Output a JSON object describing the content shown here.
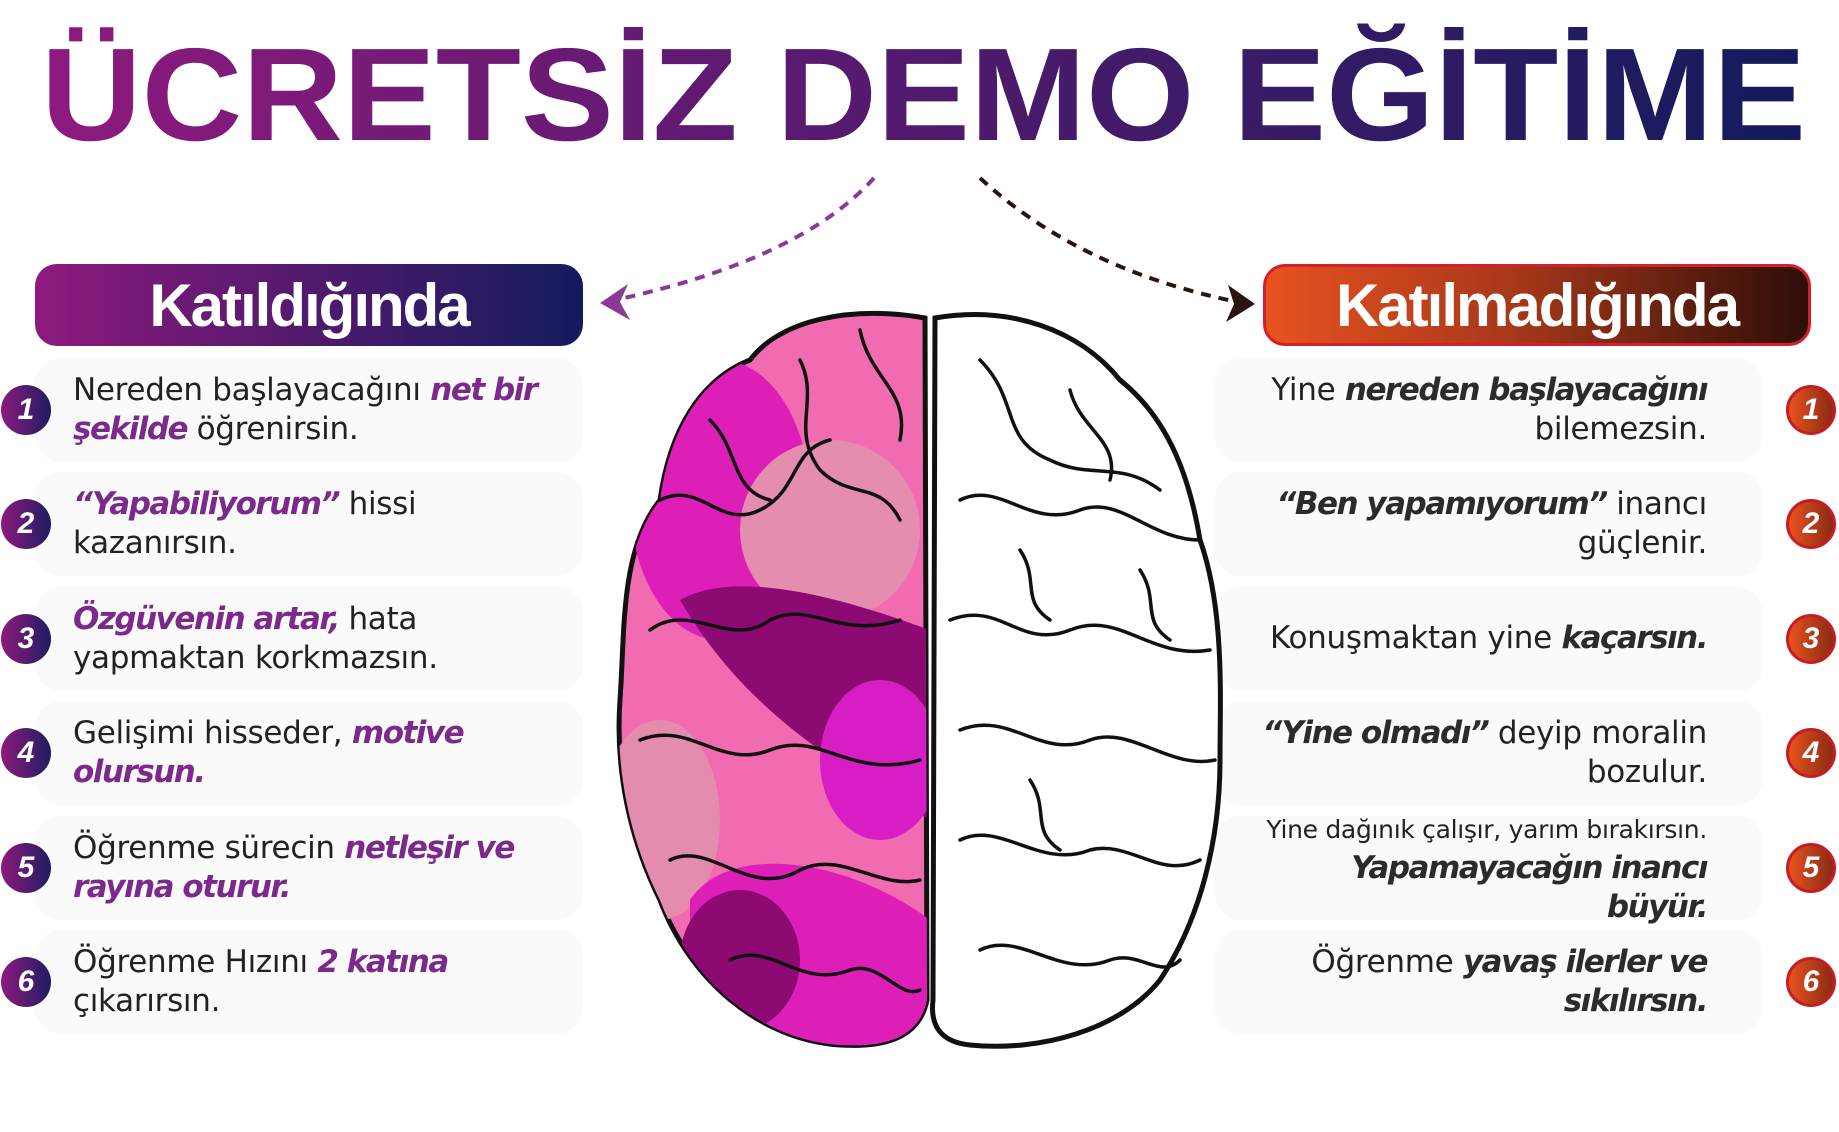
{
  "title": "ÜCRETSİZ DEMO EĞİTİME",
  "colors": {
    "title_start": "#8e1a7e",
    "title_end": "#131b5c",
    "left_accent": "#7b2a8c",
    "right_start": "#e8521f",
    "right_end": "#2e0e08",
    "right_border": "#d3202c"
  },
  "left": {
    "header": "Katıldığında",
    "rows": [
      {
        "num": "1",
        "parts": [
          {
            "t": "Nereden başlayacağını "
          },
          {
            "t": "net bir şekilde",
            "em": true
          },
          {
            "t": " öğrenirsin."
          }
        ]
      },
      {
        "num": "2",
        "parts": [
          {
            "t": "“Yapabiliyorum”",
            "em": true
          },
          {
            "t": " hissi kazanırsın."
          }
        ]
      },
      {
        "num": "3",
        "parts": [
          {
            "t": "Özgüvenin artar,",
            "em": true
          },
          {
            "t": " hata yapmaktan korkmazsın."
          }
        ]
      },
      {
        "num": "4",
        "parts": [
          {
            "t": "Gelişimi hisseder, "
          },
          {
            "t": "motive olursun.",
            "em": true
          }
        ]
      },
      {
        "num": "5",
        "parts": [
          {
            "t": "Öğrenme sürecin "
          },
          {
            "t": "netleşir ve rayına oturur.",
            "em": true
          }
        ]
      },
      {
        "num": "6",
        "parts": [
          {
            "t": "Öğrenme Hızını "
          },
          {
            "t": "2 katına",
            "em": true
          },
          {
            "t": " çıkarırsın."
          }
        ]
      }
    ]
  },
  "right": {
    "header": "Katılmadığında",
    "rows": [
      {
        "num": "1",
        "parts": [
          {
            "t": "Yine "
          },
          {
            "t": "nereden başlayacağını",
            "em": true
          },
          {
            "t": " bilemezsin."
          }
        ]
      },
      {
        "num": "2",
        "parts": [
          {
            "t": "“Ben yapamıyorum”",
            "em": true
          },
          {
            "t": " inancı güçlenir."
          }
        ]
      },
      {
        "num": "3",
        "parts": [
          {
            "t": "Konuşmaktan yine "
          },
          {
            "t": "kaçarsın.",
            "em": true
          }
        ]
      },
      {
        "num": "4",
        "parts": [
          {
            "t": "“Yine olmadı”",
            "em": true
          },
          {
            "t": " deyip moralin bozulur."
          }
        ]
      },
      {
        "num": "5",
        "parts": [
          {
            "t": "Yine dağınık çalışır, yarım bırakırsın.",
            "small": true,
            "br": true
          },
          {
            "t": "Yapamayacağın inancı büyür.",
            "em": true
          }
        ]
      },
      {
        "num": "6",
        "parts": [
          {
            "t": "Öğrenme "
          },
          {
            "t": "yavaş ilerler ve sıkılırsın.",
            "em": true
          }
        ]
      }
    ]
  }
}
